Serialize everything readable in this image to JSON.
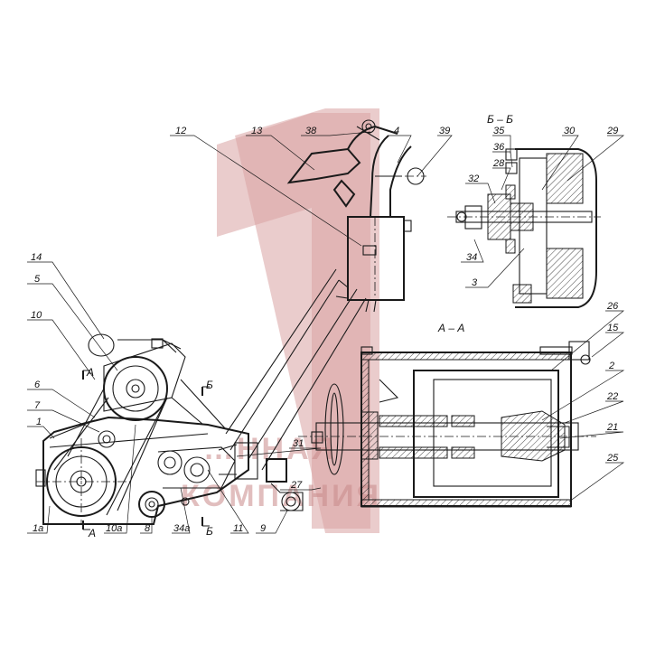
{
  "labels": {
    "l14": "14",
    "l5": "5",
    "l10": "10",
    "l6": "6",
    "l7": "7",
    "l1": "1",
    "l1a": "1а",
    "l10a": "10а",
    "l8": "8",
    "l34a": "34а",
    "l11": "11",
    "l9": "9",
    "l27": "27",
    "l31": "31",
    "l12": "12",
    "l13": "13",
    "l38": "38",
    "l4": "4",
    "l39": "39",
    "l35": "35",
    "l36": "36",
    "l28": "28",
    "l32": "32",
    "l34": "34",
    "l3": "3",
    "l30": "30",
    "l29": "29",
    "l26": "26",
    "l15": "15",
    "l2": "2",
    "l22": "22",
    "l21": "21",
    "l25": "25"
  },
  "sections": {
    "bb_title": "Б – Б",
    "aa_title": "А – А",
    "a_mark_top": "А",
    "a_mark_bottom": "А",
    "b_mark_top": "Б",
    "b_mark_bottom": "Б"
  },
  "watermark": {
    "line1": "…ННАЯ",
    "line2": "КОМПАНИЯ",
    "color": "#d9a3a3"
  }
}
